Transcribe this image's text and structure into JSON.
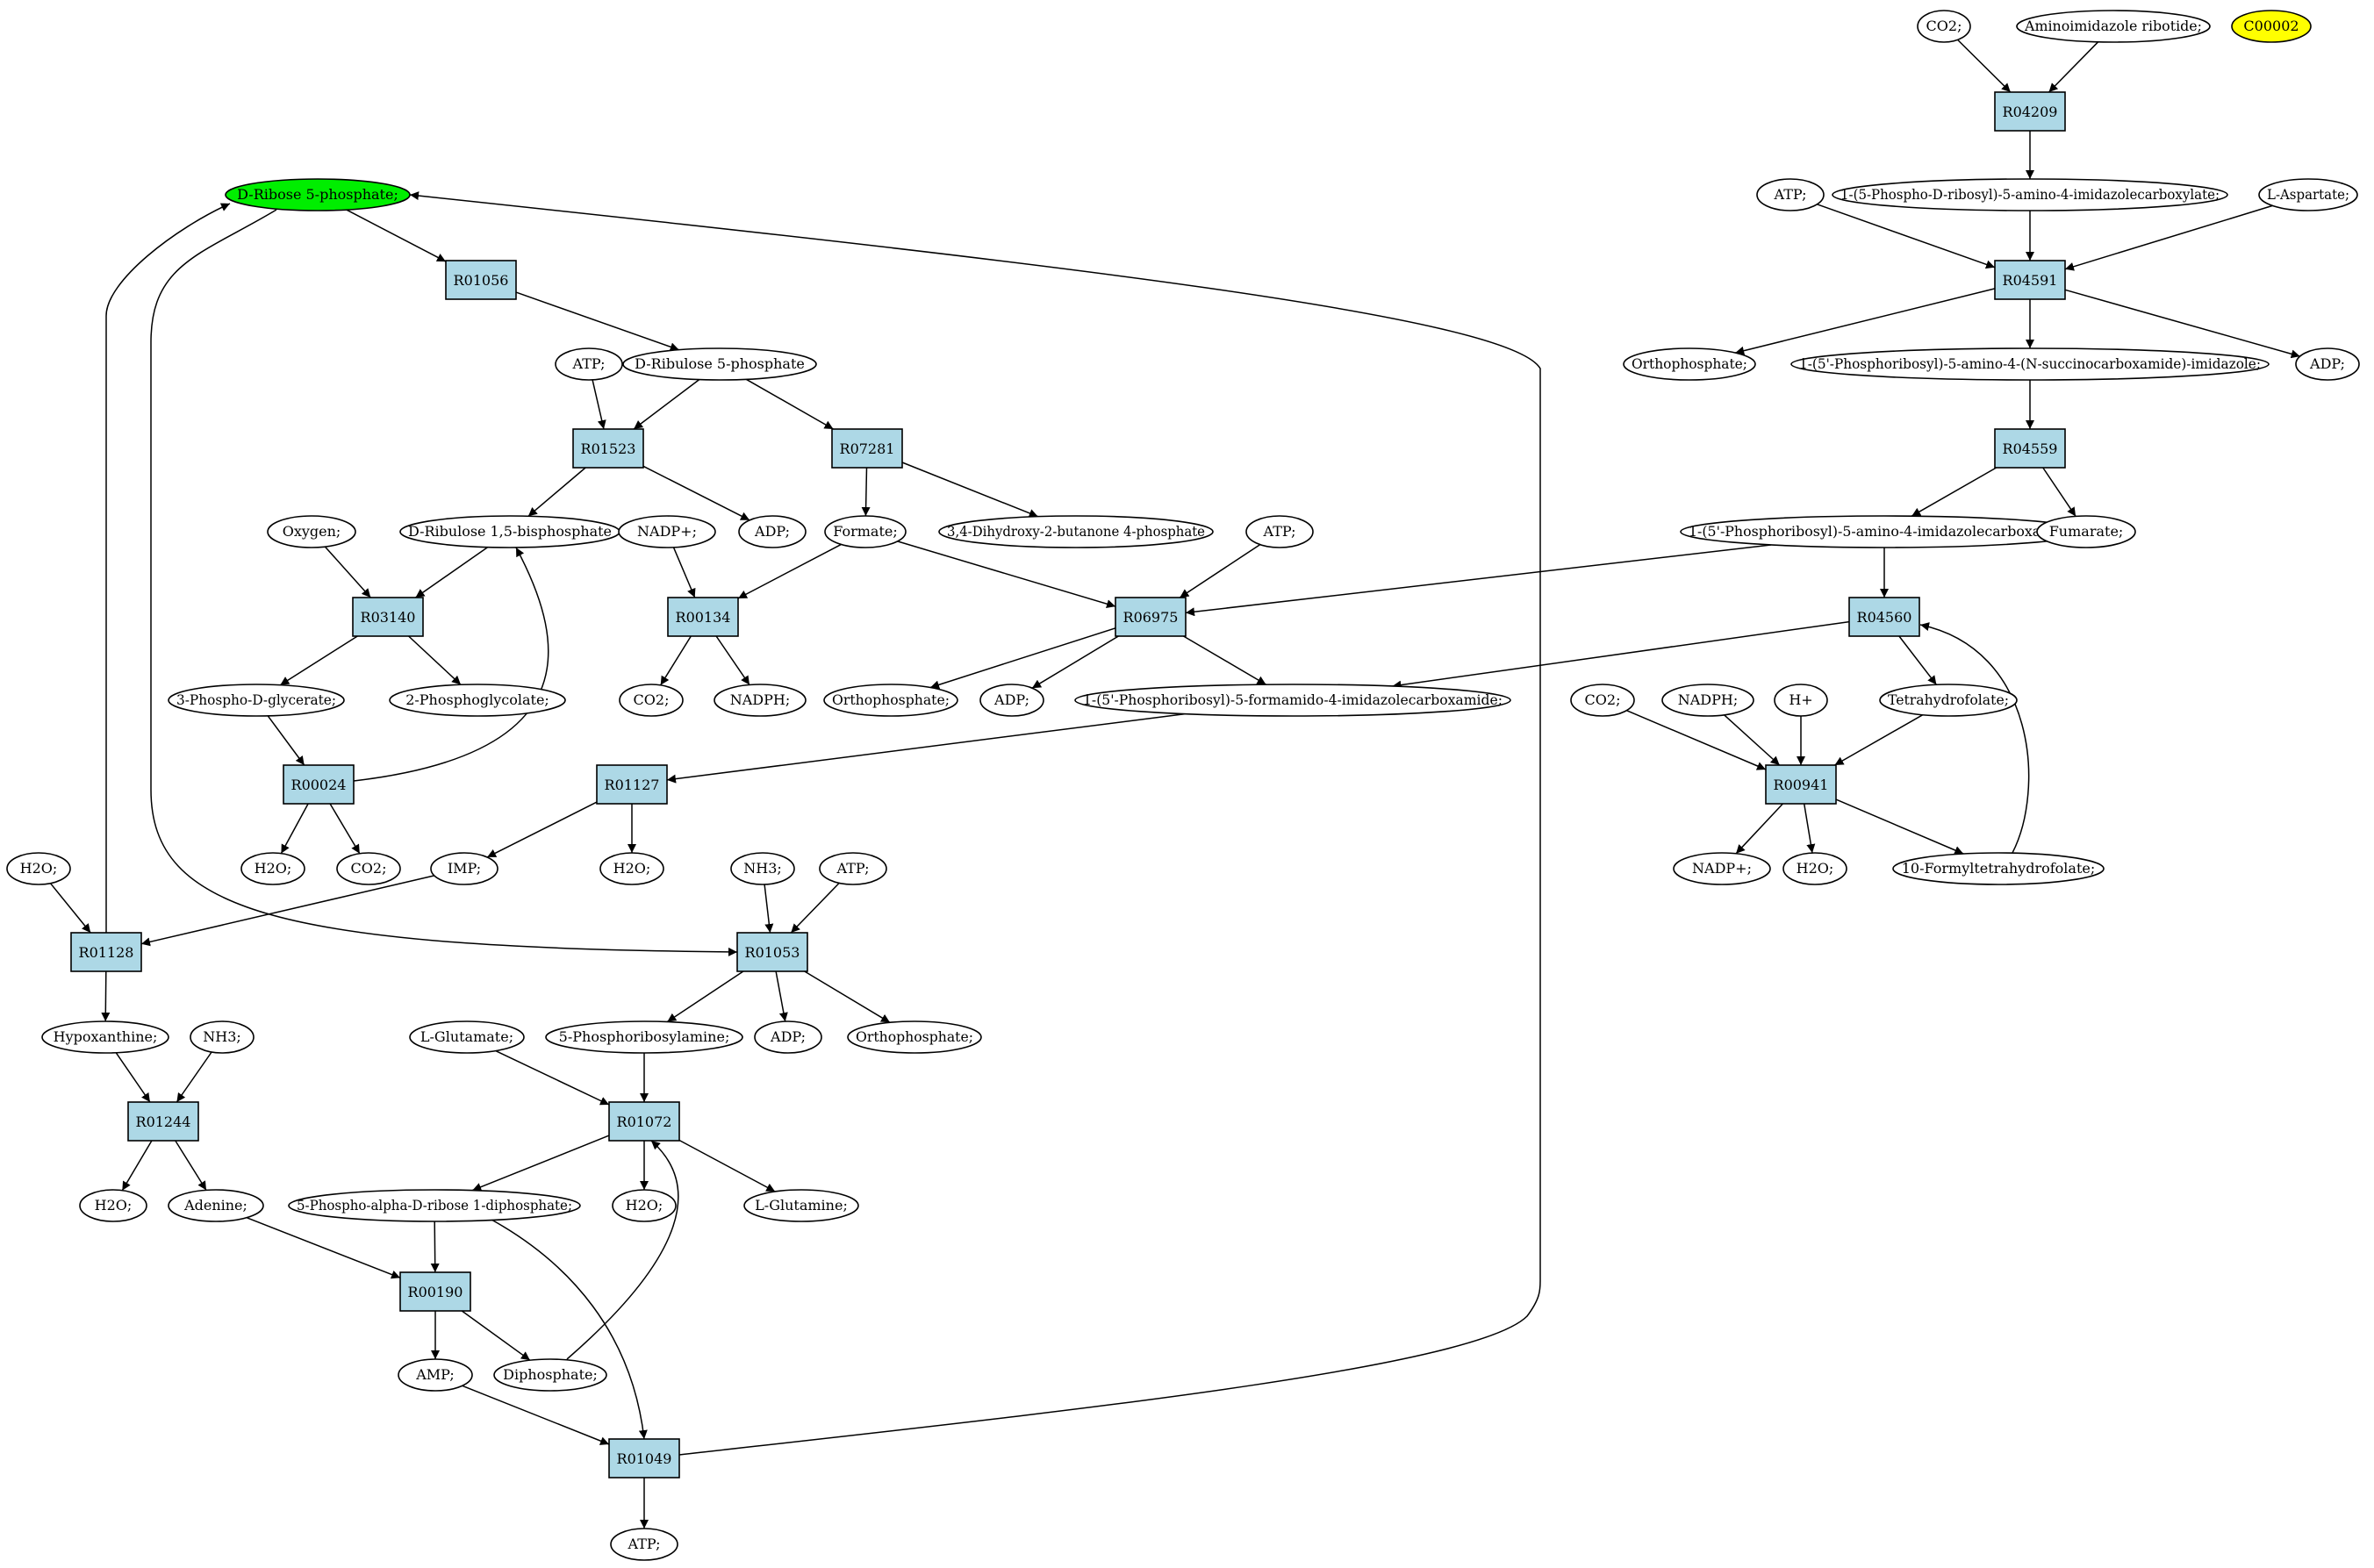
{
  "colors": {
    "reaction_fill": "#add8e6",
    "compound_fill": "#ffffff",
    "start_compound_fill": "#00ee00",
    "target_compound_fill": "#ffff00",
    "edge": "#000000"
  },
  "reactions": {
    "R04209": "R04209",
    "R04591": "R04591",
    "R04559": "R04559",
    "R04560": "R04560",
    "R00941": "R00941",
    "R06975": "R06975",
    "R01056": "R01056",
    "R01523": "R01523",
    "R07281": "R07281",
    "R03140": "R03140",
    "R00134": "R00134",
    "R00024": "R00024",
    "R01127": "R01127",
    "R01128": "R01128",
    "R01053": "R01053",
    "R01244": "R01244",
    "R01072": "R01072",
    "R00190": "R00190",
    "R01049": "R01049"
  },
  "compounds": {
    "co2_a": "CO2;",
    "aminoimidazole_ribotide": "Aminoimidazole ribotide;",
    "c00002": "C00002",
    "atp_a": "ATP;",
    "phospho_ribosyl_carboxylate": "1-(5-Phospho-D-ribosyl)-5-amino-4-imidazolecarboxylate;",
    "l_aspartate": "L-Aspartate;",
    "orthophosphate_a": "Orthophosphate;",
    "saicar": "1-(5'-Phosphoribosyl)-5-amino-4-(N-succinocarboxamide)-imidazole;",
    "adp_a": "ADP;",
    "aicar": "1-(5'-Phosphoribosyl)-5-amino-4-imidazolecarboxamide;",
    "fumarate": "Fumarate;",
    "ribose5p": "D-Ribose 5-phosphate;",
    "ribulose5p": "D-Ribulose 5-phosphate",
    "atp_b": "ATP;",
    "ribulose15bp": "D-Ribulose 1,5-bisphosphate",
    "adp_b": "ADP;",
    "formate": "Formate;",
    "butanone4p": "3,4-Dihydroxy-2-butanone 4-phosphate",
    "oxygen": "Oxygen;",
    "nadp_a": "NADP+;",
    "atp_c": "ATP;",
    "phosphoglycerate3": "3-Phospho-D-glycerate;",
    "phosphoglycolate2": "2-Phosphoglycolate;",
    "co2_b": "CO2;",
    "nadph_a": "NADPH;",
    "orthophosphate_b": "Orthophosphate;",
    "adp_c": "ADP;",
    "faicar": "1-(5'-Phosphoribosyl)-5-formamido-4-imidazolecarboxamide;",
    "co2_c": "CO2;",
    "nadph_b": "NADPH;",
    "h_plus": "H+",
    "tetrahydrofolate": "Tetrahydrofolate;",
    "h2o_a": "H2O;",
    "h2o_b": "H2O;",
    "co2_d": "CO2;",
    "imp": "IMP;",
    "h2o_c": "H2O;",
    "nh3_a": "NH3;",
    "atp_d": "ATP;",
    "nadp_b": "NADP+;",
    "h2o_d": "H2O;",
    "formyl_thf": "10-Formyltetrahydrofolate;",
    "hypoxanthine": "Hypoxanthine;",
    "nh3_b": "NH3;",
    "l_glutamate": "L-Glutamate;",
    "phosphoribosylamine": "5-Phosphoribosylamine;",
    "adp_d": "ADP;",
    "orthophosphate_c": "Orthophosphate;",
    "h2o_e": "H2O;",
    "adenine": "Adenine;",
    "prpp": "5-Phospho-alpha-D-ribose 1-diphosphate;",
    "h2o_f": "H2O;",
    "l_glutamine": "L-Glutamine;",
    "amp": "AMP;",
    "diphosphate": "Diphosphate;",
    "atp_e": "ATP;"
  }
}
